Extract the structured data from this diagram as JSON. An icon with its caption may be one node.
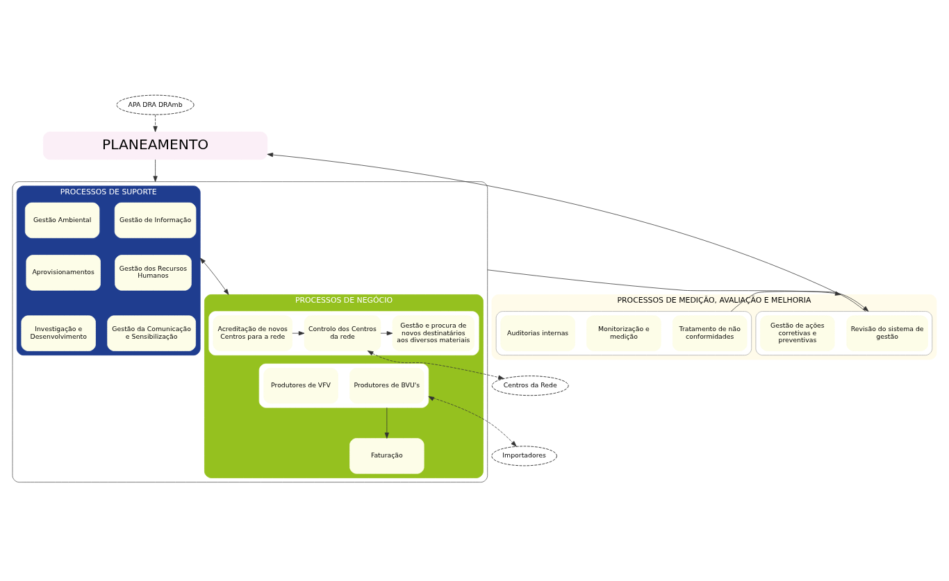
{
  "diagram": {
    "nodes": [
      {
        "text": [
          "APA DRA DRAmb"
        ]
      },
      {
        "text": [
          "PLANEAMENTO"
        ]
      },
      {
        "text": [],
        "shape": "box"
      },
      {
        "text": [
          "PROCESSOS DE SUPORTE"
        ],
        "in": 2
      },
      {
        "text": [
          "Gestão de Informação"
        ],
        "in": 3
      },
      {
        "text": [
          "Gestão Ambiental"
        ],
        "in": 3
      },
      {
        "text": [
          "Gestão dos Recursos Humanos"
        ],
        "in": 3
      },
      {
        "text": [
          "Aprovisionamentos"
        ],
        "in": 3
      },
      {
        "text": [
          "Gestão da Comunicação e Sensibilização"
        ],
        "in": 3
      },
      {
        "text": [
          "Investigação e Desenvolvimento"
        ],
        "in": 3
      },
      {
        "text": [
          "PROCESSOS DE NEGÓCIO"
        ],
        "in": 2
      },
      {
        "text": [],
        "shape": "box",
        "in": 10
      },
      {
        "text": [
          "Acreditação de novos Centros para a rede"
        ],
        "in": 11
      },
      {
        "text": [
          "Controlo dos Centros da rede"
        ],
        "in": 11
      },
      {
        "text": [
          "Gestão e procura de novos destinatários aos diversos materiais"
        ],
        "in": 11
      },
      {
        "text": [],
        "shape": "box",
        "in": 10
      },
      {
        "text": [
          "Produtores de BVU's"
        ],
        "in": 15
      },
      {
        "text": [
          "Produtores de VFV"
        ],
        "in": 15
      },
      {
        "text": [
          "Faturação"
        ],
        "in": 10
      },
      {
        "text": [
          "Centros da Rede"
        ]
      },
      {
        "text": [
          "Importadores"
        ]
      },
      {
        "text": [
          "PROCESSOS DE MEDIÇÃO, AVALIAÇÃO E MELHORIA"
        ]
      },
      {
        "text": [],
        "shape": "box",
        "in": 21
      },
      {
        "text": [
          "Revisão do sistema de gestão"
        ],
        "in": 22
      },
      {
        "text": [
          "Gestão de ações corretivas e preventivas"
        ],
        "in": 22
      },
      {
        "text": [],
        "shape": "box",
        "in": 21
      },
      {
        "text": [
          "Tratamento de não conformidades"
        ],
        "in": 25
      },
      {
        "text": [
          "Monitorização e medição"
        ],
        "in": 25
      },
      {
        "text": [
          "Auditorias internas"
        ],
        "in": 25
      }
    ],
    "edges": [
      {
        "from": 0,
        "to": 1,
        "arrow": "to",
        "style": "dashed"
      },
      {
        "from": 1,
        "to": 2,
        "arrow": "to"
      },
      {
        "from": 3,
        "to": 10,
        "arrow": "both"
      },
      {
        "from": 12,
        "to": 13,
        "arrow": "to"
      },
      {
        "from": 13,
        "to": 14,
        "arrow": "to"
      },
      {
        "from": 15,
        "to": 18,
        "arrow": "to"
      },
      {
        "from": 13,
        "to": 19,
        "arrow": "both",
        "style": "dashed"
      },
      {
        "from": 15,
        "to": 20,
        "arrow": "both",
        "style": "dashed"
      },
      {
        "from": 2,
        "to": 21,
        "arrow": "to"
      },
      {
        "from": 25,
        "to": 22,
        "arrow": "to"
      },
      {
        "from": 22,
        "to": 1,
        "arrow": "to"
      }
    ]
  }
}
